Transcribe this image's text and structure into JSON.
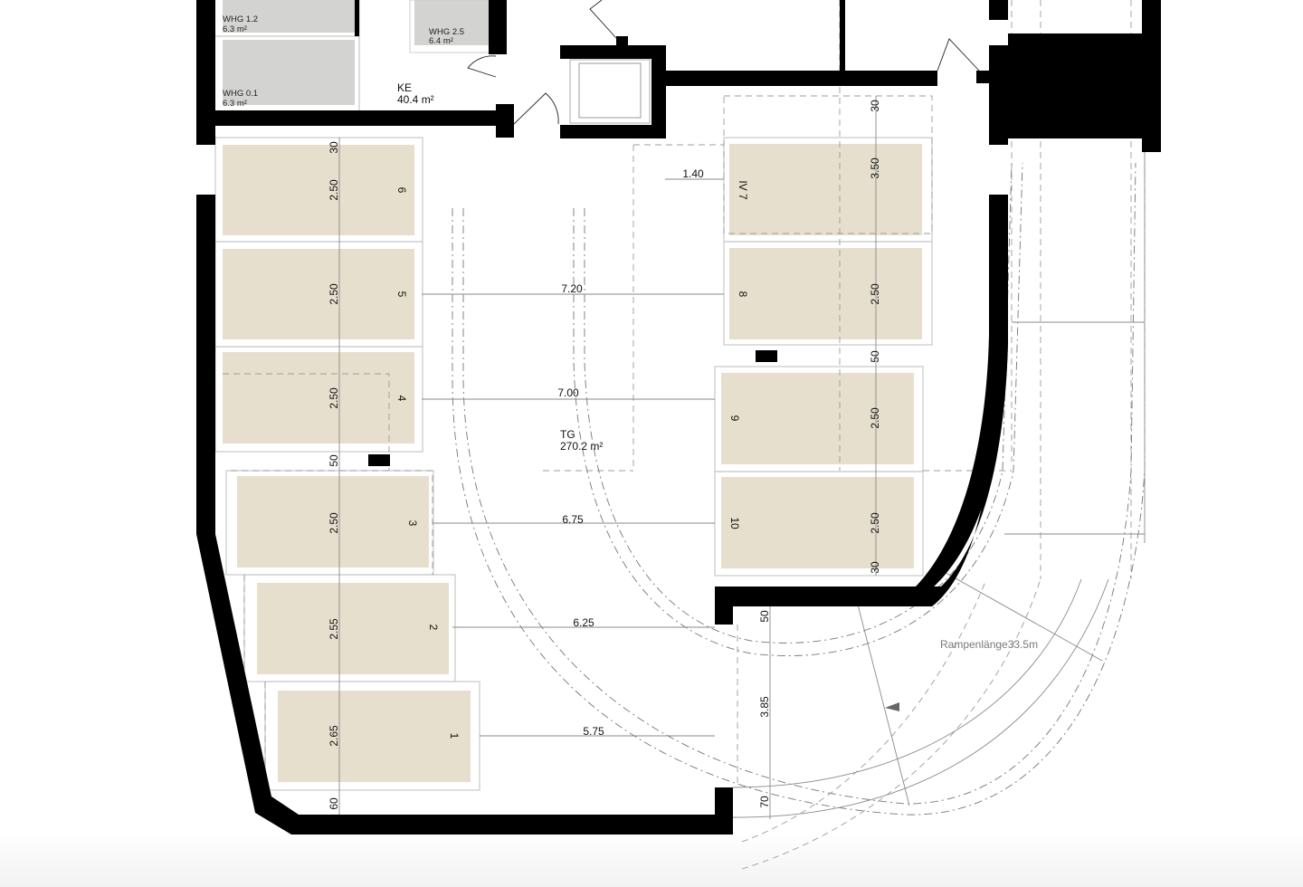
{
  "plan": {
    "rooms": [
      {
        "id": "whg-1-2",
        "name": "WHG 1.2",
        "area": "6.3 m²"
      },
      {
        "id": "whg-0-1",
        "name": "WHG 0.1",
        "area": "6.3 m²"
      },
      {
        "id": "whg-2-5",
        "name": "WHG 2.5",
        "area": "6.4 m²"
      },
      {
        "id": "ke",
        "name": "KE",
        "area": "40.4 m²"
      },
      {
        "id": "tg",
        "name": "TG",
        "area": "270.2 m²"
      }
    ],
    "parking_left": [
      {
        "number": "6",
        "width": "2.50"
      },
      {
        "number": "5",
        "width": "2.50"
      },
      {
        "number": "4",
        "width": "2.50"
      },
      {
        "number": "3",
        "width": "2.50"
      },
      {
        "number": "2",
        "width": "2.55"
      },
      {
        "number": "1",
        "width": "2.65"
      }
    ],
    "parking_right": [
      {
        "number": "IV 7",
        "width": "3.50"
      },
      {
        "number": "8",
        "width": "2.50"
      },
      {
        "number": "9",
        "width": "2.50"
      },
      {
        "number": "10",
        "width": "2.50"
      }
    ],
    "aisle_dimensions": [
      "7.20",
      "7.00",
      "6.75",
      "6.25",
      "5.75"
    ],
    "offset_dimensions": {
      "left_top": "30",
      "left_gap": "50",
      "left_bottom": "60",
      "right_top": "30",
      "right_gap": "50",
      "right_bottom": "30",
      "iv_offset": "1.40",
      "entry_top": "50",
      "entry_height": "3.85",
      "entry_bottom": "70"
    },
    "ramp_label": "Rampenlänge33.5m",
    "colors": {
      "wall": "#000000",
      "parking_fill": "#e7dfcd",
      "room_fill": "#d3d4d1",
      "line": "#8a8a8a"
    }
  }
}
